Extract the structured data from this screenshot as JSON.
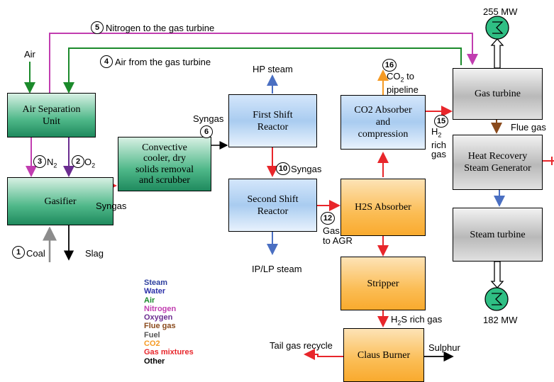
{
  "boxes": {
    "air_separation": "Air Separation\nUnit",
    "gasifier": "Gasifier",
    "convective_cooler": "Convective\ncooler, dry\nsolids removal\nand scrubber",
    "first_shift": "First Shift\nReactor",
    "second_shift": "Second Shift\nReactor",
    "co2_absorber": "CO2 Absorber\nand\ncompression",
    "h2s_absorber": "H2S Absorber",
    "stripper": "Stripper",
    "claus_burner": "Claus Burner",
    "gas_turbine": "Gas turbine",
    "hrsg": "Heat Recovery\nSteam Generator",
    "steam_turbine": "Steam turbine"
  },
  "streams": {
    "s5": {
      "num": "5",
      "label": "Nitrogen to the gas turbine"
    },
    "s4": {
      "num": "4",
      "label": "Air from the gas turbine"
    },
    "s3": {
      "num": "3",
      "label": "N",
      "sub": "2"
    },
    "s2": {
      "num": "2",
      "label": "O",
      "sub": "2"
    },
    "s1": {
      "num": "1",
      "label": "Coal"
    },
    "s6": {
      "num": "6",
      "label": "Syngas"
    },
    "s10": {
      "num": "10",
      "label": "Syngas"
    },
    "s12": {
      "num": "12",
      "label": "Gas\nto AGR"
    },
    "s15": {
      "num": "15",
      "label_h": "H",
      "label_sub": "2",
      "label_rest": "rich\ngas"
    },
    "s16": {
      "num": "16",
      "label_pre": "CO",
      "label_sub": "2",
      "label_post": " to\npipeline"
    }
  },
  "labels": {
    "air": "Air",
    "slag": "Slag",
    "syngas_gasifier": "Syngas",
    "hp_steam": "HP steam",
    "ip_lp_steam": "IP/LP steam",
    "flue_gas": "Flue gas",
    "h2s_pre": "H",
    "h2s_sub": "2",
    "h2s_post": "S rich gas",
    "tail_gas": "Tail gas recycle",
    "sulphur": "Sulphur",
    "power_top": "255 MW",
    "power_bottom": "182 MW"
  },
  "legend": [
    {
      "label": "Steam",
      "color": "#2e3f9e"
    },
    {
      "label": "Water",
      "color": "#2b2fa8"
    },
    {
      "label": "Air",
      "color": "#1b8a2b"
    },
    {
      "label": "Nitrogen",
      "color": "#c13db0"
    },
    {
      "label": "Oxygen",
      "color": "#6b2d90"
    },
    {
      "label": "Flue gas",
      "color": "#8a4a1c"
    },
    {
      "label": "Fuel",
      "color": "#555555"
    },
    {
      "label": "CO2",
      "color": "#f59a23"
    },
    {
      "label": "Gas mixtures",
      "color": "#e8262b"
    },
    {
      "label": "Other",
      "color": "#000000"
    }
  ],
  "colors": {
    "steam": "#4a6fc2",
    "air": "#1b8a2b",
    "nitrogen": "#c13db0",
    "oxygen": "#6b2d90",
    "flue_gas": "#8a4a1c",
    "fuel": "#8c8c8c",
    "co2": "#f59a23",
    "gas_mixtures": "#e8262b",
    "other": "#000000"
  }
}
